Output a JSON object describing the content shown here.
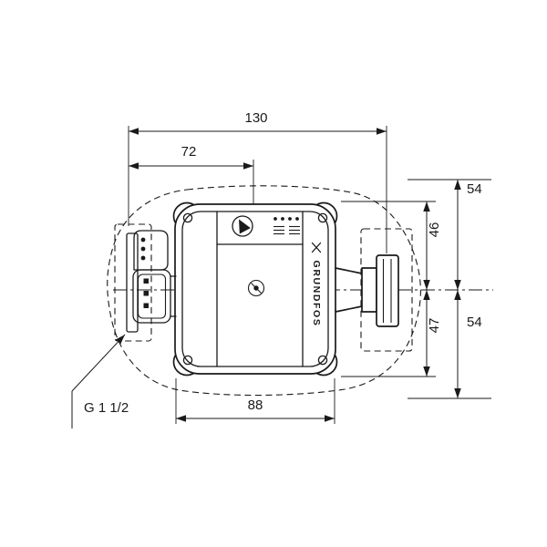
{
  "theme": {
    "line": "#1a1a1a",
    "background": "#ffffff"
  },
  "drawing": {
    "brand": "GRUNDFOS",
    "dimensions": {
      "overall_width": "130",
      "left_to_center": "72",
      "body_width": "88",
      "center_to_top": "46",
      "center_to_bottom": "47",
      "port_upper": "54",
      "port_lower": "54"
    },
    "labels": {
      "thread": "G 1 1/2"
    },
    "icons": {
      "vent_plug": "arrow-plug",
      "logo": "grundfos-cross"
    }
  }
}
